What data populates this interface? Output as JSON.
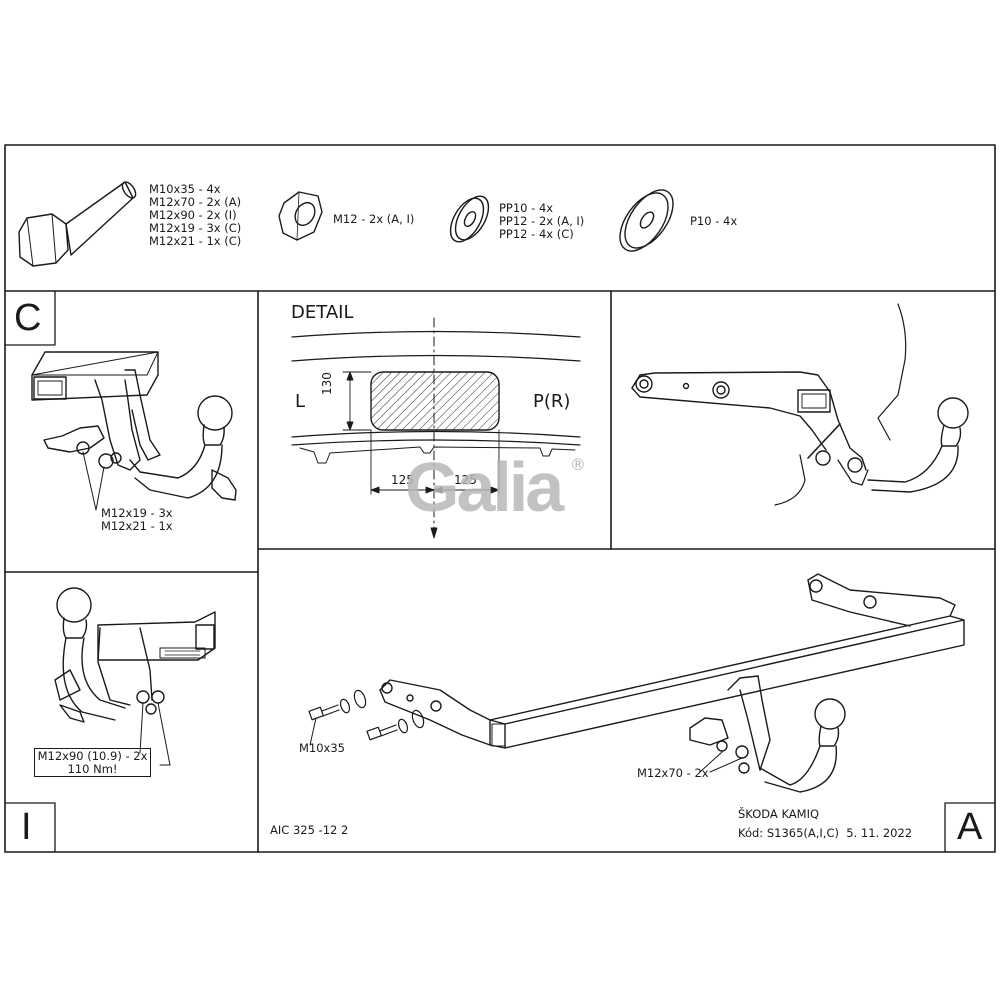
{
  "hardware": {
    "bolt_lines": [
      "M10x35 - 4x",
      "M12x70 - 2x (A)",
      "M12x90 - 2x (I)",
      "M12x19 - 3x (C)",
      "M12x21 - 1x (C)"
    ],
    "nut_lines": [
      "M12 - 2x (A, I)"
    ],
    "washer_lines": [
      "PP10 - 4x",
      "PP12 - 2x (A, I)",
      "PP12 - 4x (C)"
    ],
    "large_washer_lines": [
      "P10 - 4x"
    ]
  },
  "panels": {
    "c": {
      "letter": "C",
      "callout_lines": [
        "M12x19 - 3x",
        "M12x21 - 1x"
      ]
    },
    "detail": {
      "title": "DETAIL",
      "left_label": "L",
      "right_label": "P(R)",
      "dim_height": "130",
      "dim_left": "125",
      "dim_right": "125",
      "logo": "Galia",
      "logo_mark": "®"
    },
    "i": {
      "letter": "I",
      "callout_lines": [
        "M12x90 (10.9) - 2x",
        "110 Nm!"
      ]
    },
    "a": {
      "letter": "A",
      "bolt_callout": "M10x35",
      "bolt2_callout": "M12x70 - 2x",
      "doc_code": "AIC 325 -12 2",
      "vehicle": "ŠKODA KAMIQ",
      "code_line": "Kód: S1365(A,I,C)  5. 11. 2022"
    }
  }
}
